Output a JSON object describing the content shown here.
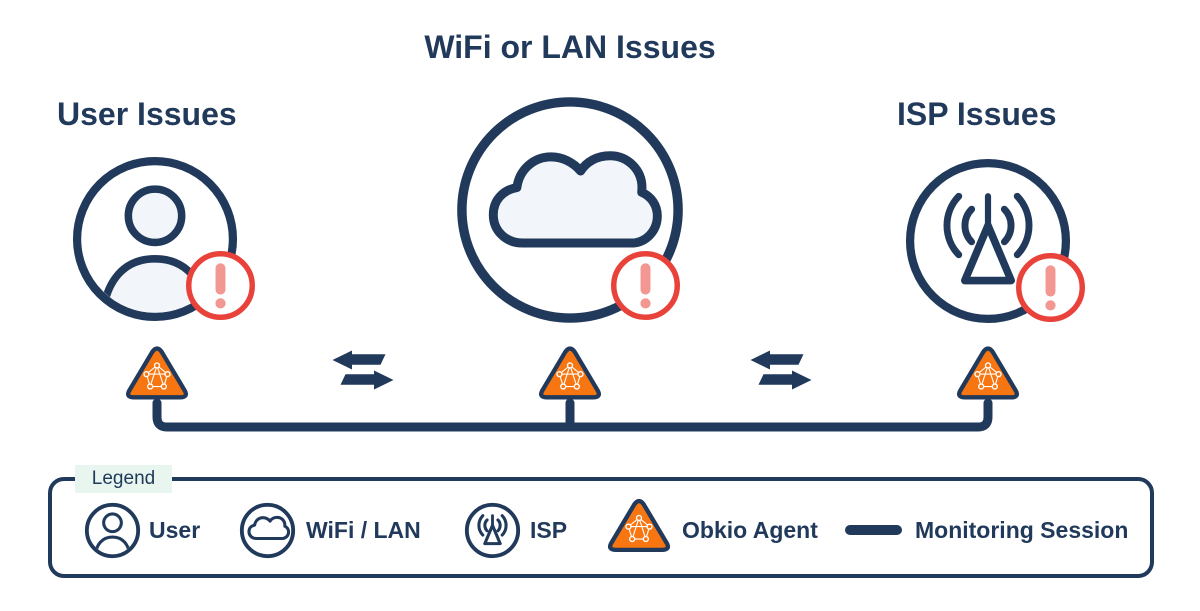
{
  "colors": {
    "navy": "#213A5B",
    "orange": "#F87611",
    "alert_red": "#E8423A",
    "alert_red_light": "#F29792",
    "icon_fill": "#F2F6FA",
    "legend_tag_bg": "#E9F6EF",
    "background": "#FFFFFF"
  },
  "titles": {
    "wifi_lan": "WiFi or LAN Issues",
    "user": "User Issues",
    "isp": "ISP Issues"
  },
  "legend": {
    "label": "Legend",
    "items": [
      {
        "icon": "user-icon",
        "label": "User"
      },
      {
        "icon": "cloud-icon",
        "label": "WiFi / LAN"
      },
      {
        "icon": "isp-icon",
        "label": "ISP"
      },
      {
        "icon": "obkio-agent-icon",
        "label": "Obkio Agent"
      },
      {
        "icon": "monitoring-session-line",
        "label": "Monitoring Session"
      }
    ]
  }
}
